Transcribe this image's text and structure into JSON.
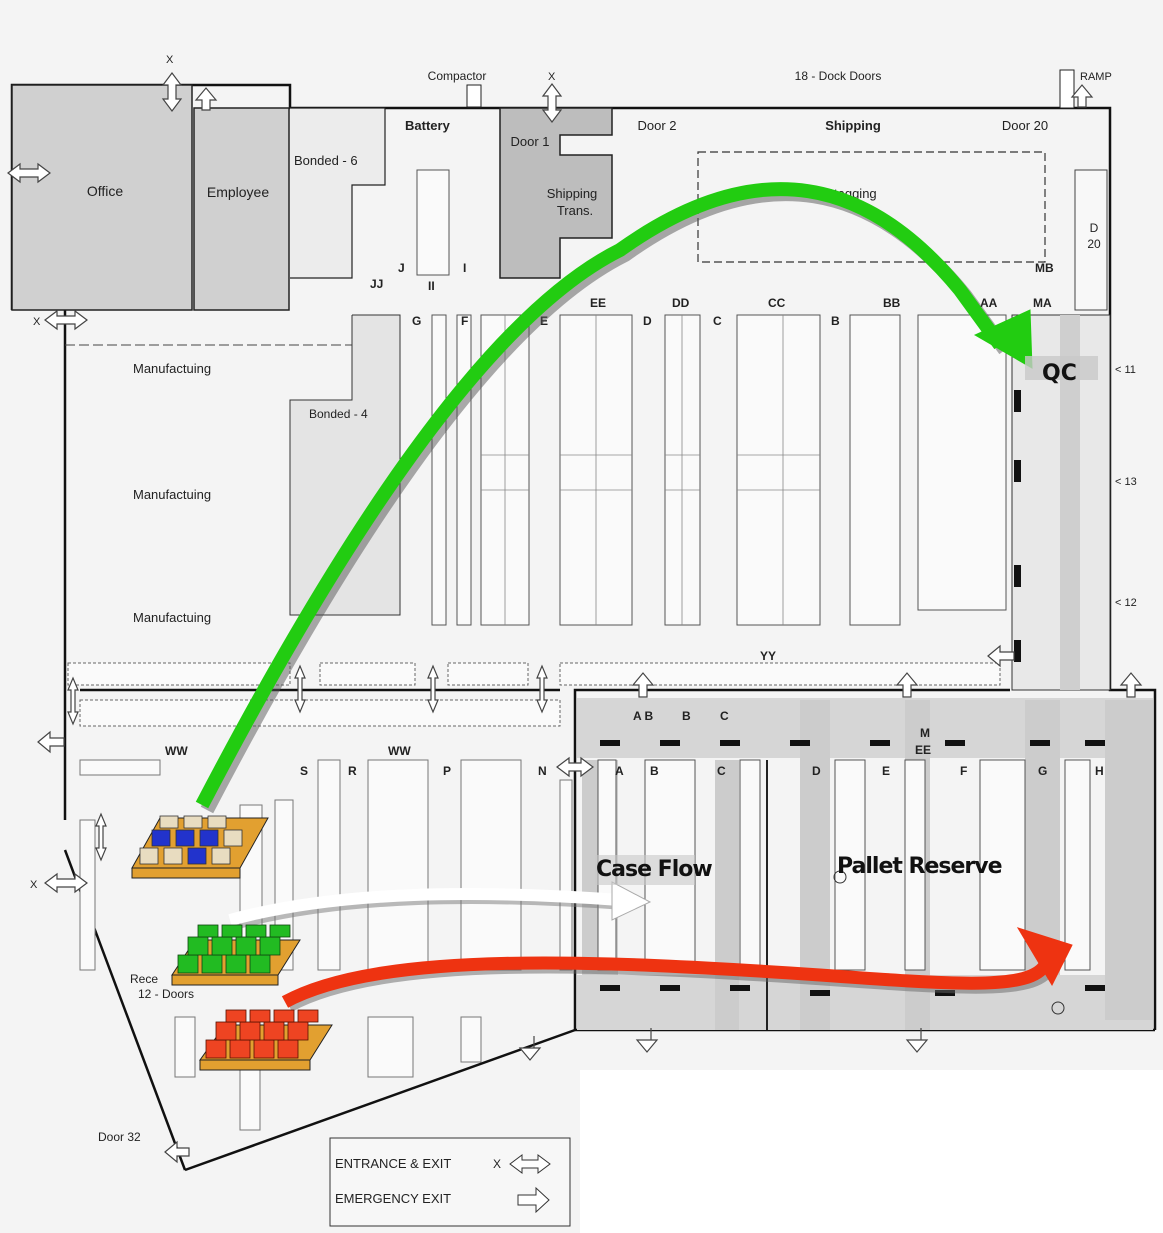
{
  "header": {
    "compactor": "Compactor",
    "dock_doors": "18 - Dock Doors",
    "ramp": "RAMP",
    "x_mark": "X"
  },
  "rooms": {
    "office": "Office",
    "employee": "Employee",
    "bonded6": "Bonded - 6",
    "battery": "Battery",
    "door1": "Door 1",
    "door2": "Door 2",
    "shipping": "Shipping",
    "door20": "Door 20",
    "shipping_trans_1": "Shipping",
    "shipping_trans_2": "Trans.",
    "stagging": "Stagging",
    "d20_1": "D",
    "d20_2": "20",
    "manuf1": "Manufactuing",
    "manuf2": "Manufactuing",
    "manuf3": "Manufactuing",
    "bonded4": "Bonded - 4",
    "receiving_1": "Rece",
    "receiving_2": "12 - Doors",
    "door32": "Door 32"
  },
  "aisles": {
    "top": [
      "JJ",
      "J",
      "II",
      "I",
      "G",
      "F",
      "E",
      "EE",
      "DD",
      "D",
      "CC",
      "C",
      "BB",
      "B",
      "AA",
      "MB",
      "MA"
    ],
    "lower": [
      "WW",
      "WW",
      "S",
      "R",
      "P",
      "N",
      "A",
      "B",
      "C",
      "D",
      "E",
      "F",
      "G",
      "H"
    ],
    "yy": "YY",
    "m": "M",
    "ee": "EE",
    "ab": "A B",
    "b2": "B",
    "c2": "C"
  },
  "side_labels": {
    "l11": "< 11",
    "l13": "< 13",
    "l12": "< 12"
  },
  "overlays": {
    "qc": "QC",
    "case_flow": "Case Flow",
    "pallet_reserve": "Pallet Reserve"
  },
  "flows": [
    {
      "name": "receiving-to-qc",
      "color": "#22cc11"
    },
    {
      "name": "receiving-to-case-flow",
      "color": "#ffffff"
    },
    {
      "name": "receiving-to-pallet-reserve",
      "color": "#ee3311"
    }
  ],
  "pallets": [
    {
      "name": "blue-pallet",
      "color": "#2233cc"
    },
    {
      "name": "green-pallet",
      "color": "#22bb22"
    },
    {
      "name": "red-pallet",
      "color": "#ee4422"
    }
  ],
  "legend": {
    "entrance_exit": "ENTRANCE & EXIT",
    "x": "X",
    "emergency_exit": "EMERGENCY EXIT"
  }
}
